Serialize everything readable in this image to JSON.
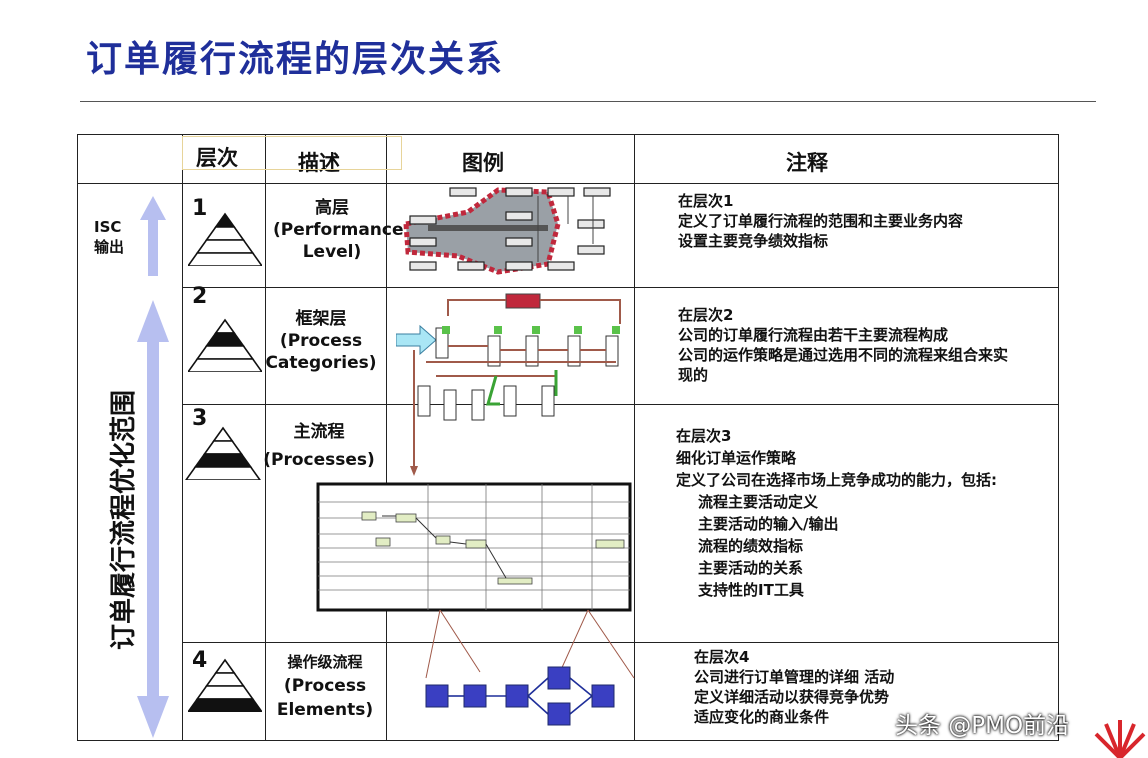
{
  "page": {
    "title": "订单履行流程的层次关系"
  },
  "table": {
    "headers": {
      "level": "层次",
      "description": "描述",
      "illustration": "图例",
      "notes": "注释"
    },
    "left_axis": {
      "isc_line1": "ISC",
      "isc_line2": "输出",
      "scope_label": "订单履行流程优化范围"
    },
    "rows": [
      {
        "number": "1",
        "desc_lines": [
          "高层",
          "(Performance",
          "Level)"
        ],
        "notes": [
          "在层次1",
          "定义了订单履行流程的范围和主要业务内容",
          "设置主要竞争绩效指标"
        ],
        "fill_tiers": 1
      },
      {
        "number": "2",
        "desc_lines": [
          "框架层",
          "(Process",
          "Categories)"
        ],
        "notes": [
          "在层次2",
          "公司的订单履行流程由若干主要流程构成",
          "公司的运作策略是通过选用不同的流程来组合来实",
          "现的"
        ],
        "fill_tiers": 2
      },
      {
        "number": "3",
        "desc_lines": [
          "主流程",
          "(Processes)"
        ],
        "notes": [
          "在层次3",
          "细化订单运作策略",
          "定义了公司在选择市场上竞争成功的能力，包括:"
        ],
        "sub_notes": [
          "流程主要活动定义",
          "主要活动的输入/输出",
          "流程的绩效指标",
          "主要活动的关系",
          "支持性的IT工具"
        ],
        "fill_tiers": 3
      },
      {
        "number": "4",
        "desc_lines": [
          "操作级流程",
          "(Process",
          "Elements)"
        ],
        "notes": [
          "在层次4",
          "公司进行订单管理的详细 活动",
          "定义详细活动以获得竞争优势",
          "适应变化的商业条件"
        ],
        "fill_tiers": 4
      }
    ]
  },
  "watermark": "头条 @PMO前沿",
  "colors": {
    "title": "#1f2f9a",
    "arrow": "#b7bff0",
    "node": "#3a3fc2",
    "accent_red": "#c0283c",
    "accent_green": "#3aa335"
  }
}
